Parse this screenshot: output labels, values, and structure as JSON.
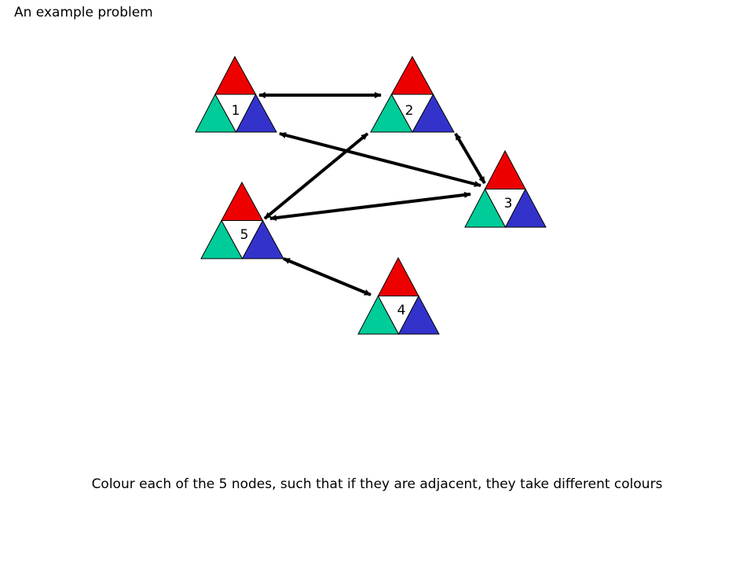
{
  "title": "An example problem",
  "caption": "Colour each of the 5 nodes, such that if they are adjacent, they take different colours",
  "colors": {
    "top": "#ee0000",
    "left": "#00cc99",
    "right": "#3333cc",
    "edge": "#000000"
  },
  "nodes": [
    {
      "id": "1",
      "label": "1"
    },
    {
      "id": "2",
      "label": "2"
    },
    {
      "id": "3",
      "label": "3"
    },
    {
      "id": "4",
      "label": "4"
    },
    {
      "id": "5",
      "label": "5"
    }
  ],
  "edges": [
    {
      "from": "1",
      "to": "2"
    },
    {
      "from": "1",
      "to": "3"
    },
    {
      "from": "2",
      "to": "3"
    },
    {
      "from": "2",
      "to": "5"
    },
    {
      "from": "3",
      "to": "5"
    },
    {
      "from": "5",
      "to": "4"
    }
  ]
}
